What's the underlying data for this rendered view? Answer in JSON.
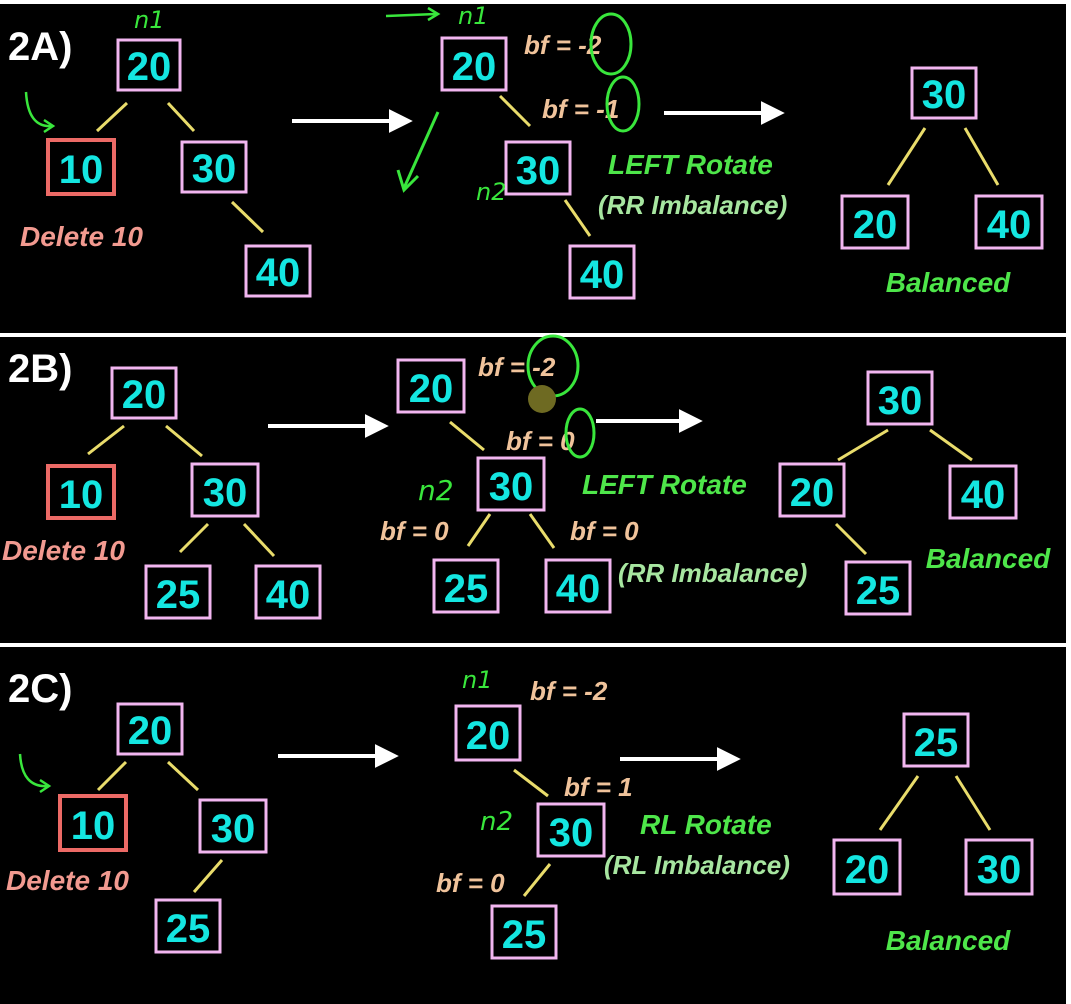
{
  "colors": {
    "background": "#000000",
    "divider": "#ffffff",
    "node_border": "#f2b6f0",
    "deleted_border": "#ec6a66",
    "node_text": "#14e6e1",
    "edge": "#e9dc6b",
    "arrow": "#ffffff",
    "balance_factor": "#f0c39b",
    "rotate_label": "#4ee64a",
    "imbalance_label": "#a7e6a0",
    "delete_label": "#f29a90",
    "balanced_label": "#4ee64a",
    "annotation": "#39e63c"
  },
  "panels": [
    {
      "id": "2A",
      "label": "2A)",
      "before": {
        "nodes": [
          "20",
          "10",
          "30",
          "40"
        ],
        "delete_label": "Delete 10"
      },
      "middle": {
        "nodes": [
          "20",
          "30",
          "40"
        ],
        "bf_labels": [
          "bf = -2",
          "bf = -1"
        ],
        "rotate_label": "LEFT Rotate",
        "imbalance_label": "(RR Imbalance)"
      },
      "after": {
        "nodes": [
          "30",
          "20",
          "40"
        ],
        "balanced_label": "Balanced"
      },
      "annotations": [
        "n1",
        "n1",
        "n2"
      ]
    },
    {
      "id": "2B",
      "label": "2B)",
      "before": {
        "nodes": [
          "20",
          "10",
          "30",
          "25",
          "40"
        ],
        "delete_label": "Delete 10"
      },
      "middle": {
        "nodes": [
          "20",
          "30",
          "25",
          "40"
        ],
        "bf_labels": [
          "bf = -2",
          "bf = 0",
          "bf = 0",
          "bf = 0"
        ],
        "rotate_label": "LEFT Rotate",
        "imbalance_label": "(RR Imbalance)"
      },
      "after": {
        "nodes": [
          "30",
          "20",
          "40",
          "25"
        ],
        "balanced_label": "Balanced"
      },
      "annotations": [
        "n2"
      ]
    },
    {
      "id": "2C",
      "label": "2C)",
      "before": {
        "nodes": [
          "20",
          "10",
          "30",
          "25"
        ],
        "delete_label": "Delete 10"
      },
      "middle": {
        "nodes": [
          "20",
          "30",
          "25"
        ],
        "bf_labels": [
          "bf = -2",
          "bf = 1",
          "bf = 0"
        ],
        "rotate_label": "RL Rotate",
        "imbalance_label": "(RL Imbalance)"
      },
      "after": {
        "nodes": [
          "25",
          "20",
          "30"
        ],
        "balanced_label": "Balanced"
      },
      "annotations": [
        "n1",
        "n2"
      ]
    }
  ]
}
